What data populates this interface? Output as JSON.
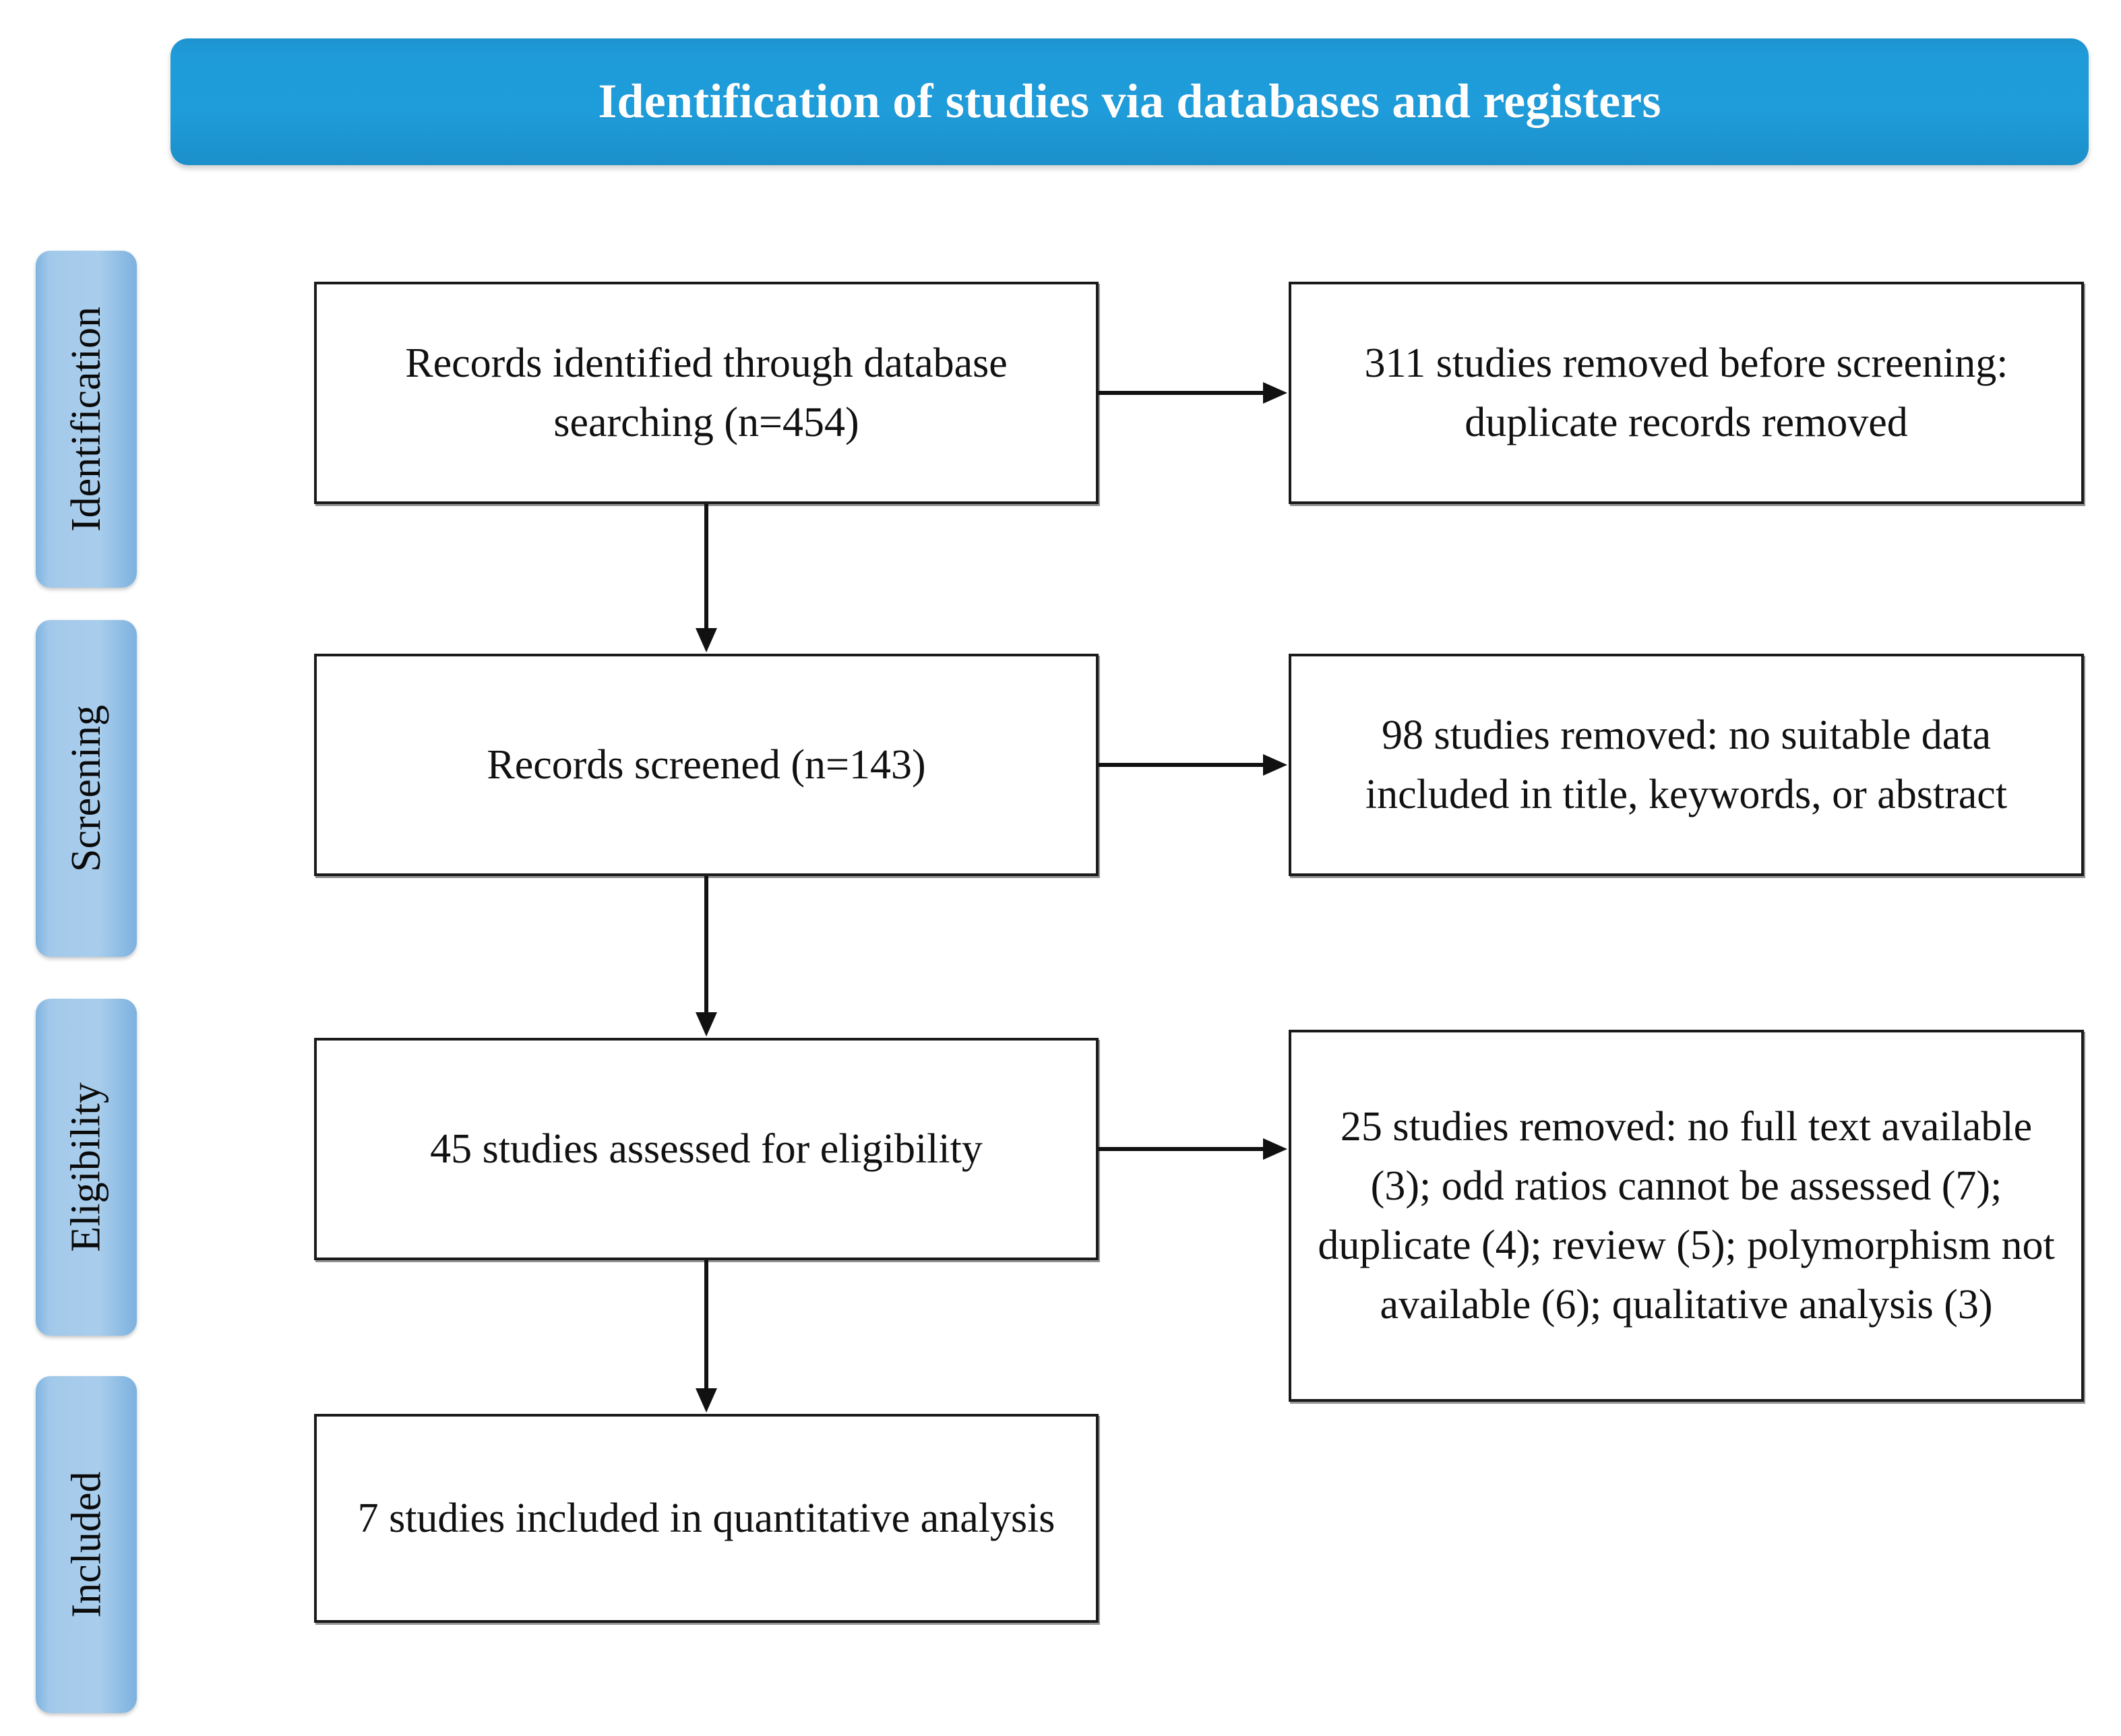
{
  "header": {
    "title": "Identification of studies via databases and registers",
    "background_color": "#1f9bd8",
    "text_color": "#ffffff"
  },
  "stages": [
    {
      "label": "Identification"
    },
    {
      "label": "Screening"
    },
    {
      "label": "Eligibility"
    },
    {
      "label": "Included"
    }
  ],
  "stage_tab_color": "#a3c9ea",
  "flow": {
    "main_boxes": [
      {
        "text": "Records identified through database searching (n=454)"
      },
      {
        "text": "Records screened (n=143)"
      },
      {
        "text": "45 studies assessed for eligibility"
      },
      {
        "text": "7 studies included in quantitative analysis"
      }
    ],
    "excluded_boxes": [
      {
        "text": "311 studies removed before screening: duplicate records removed"
      },
      {
        "text": "98 studies removed: no suitable data included in title, keywords, or abstract"
      },
      {
        "text": "25 studies removed: no full text available (3); odd ratios cannot be assessed (7); duplicate (4); review (5); polymorphism not available (6); qualitative analysis (3)"
      }
    ]
  },
  "chart_data": {
    "type": "flowchart",
    "title": "Identification of studies via databases and registers",
    "stages": [
      "Identification",
      "Screening",
      "Eligibility",
      "Included"
    ],
    "nodes": [
      {
        "id": "identified",
        "stage": "Identification",
        "label": "Records identified through database searching (n=454)",
        "n": 454
      },
      {
        "id": "removed_before_screening",
        "stage": "Identification",
        "label": "311 studies removed before screening: duplicate records removed",
        "n": 311
      },
      {
        "id": "screened",
        "stage": "Screening",
        "label": "Records screened (n=143)",
        "n": 143
      },
      {
        "id": "removed_screening",
        "stage": "Screening",
        "label": "98 studies removed: no suitable data included in title, keywords, or abstract",
        "n": 98
      },
      {
        "id": "assessed",
        "stage": "Eligibility",
        "label": "45 studies assessed for eligibility",
        "n": 45
      },
      {
        "id": "removed_eligibility",
        "stage": "Eligibility",
        "label": "25 studies removed: no full text available (3); odd ratios cannot be assessed (7); duplicate (4); review (5); polymorphism not available (6); qualitative analysis (3)",
        "n": 25,
        "reasons": [
          {
            "reason": "no full text available",
            "n": 3
          },
          {
            "reason": "odd ratios cannot be assessed",
            "n": 7
          },
          {
            "reason": "duplicate",
            "n": 4
          },
          {
            "reason": "review",
            "n": 5
          },
          {
            "reason": "polymorphism not available",
            "n": 6
          },
          {
            "reason": "qualitative analysis",
            "n": 3
          }
        ]
      },
      {
        "id": "included",
        "stage": "Included",
        "label": "7 studies included in quantitative analysis",
        "n": 7
      }
    ],
    "edges": [
      {
        "from": "identified",
        "to": "removed_before_screening",
        "direction": "right"
      },
      {
        "from": "identified",
        "to": "screened",
        "direction": "down"
      },
      {
        "from": "screened",
        "to": "removed_screening",
        "direction": "right"
      },
      {
        "from": "screened",
        "to": "assessed",
        "direction": "down"
      },
      {
        "from": "assessed",
        "to": "removed_eligibility",
        "direction": "right"
      },
      {
        "from": "assessed",
        "to": "included",
        "direction": "down"
      }
    ]
  }
}
